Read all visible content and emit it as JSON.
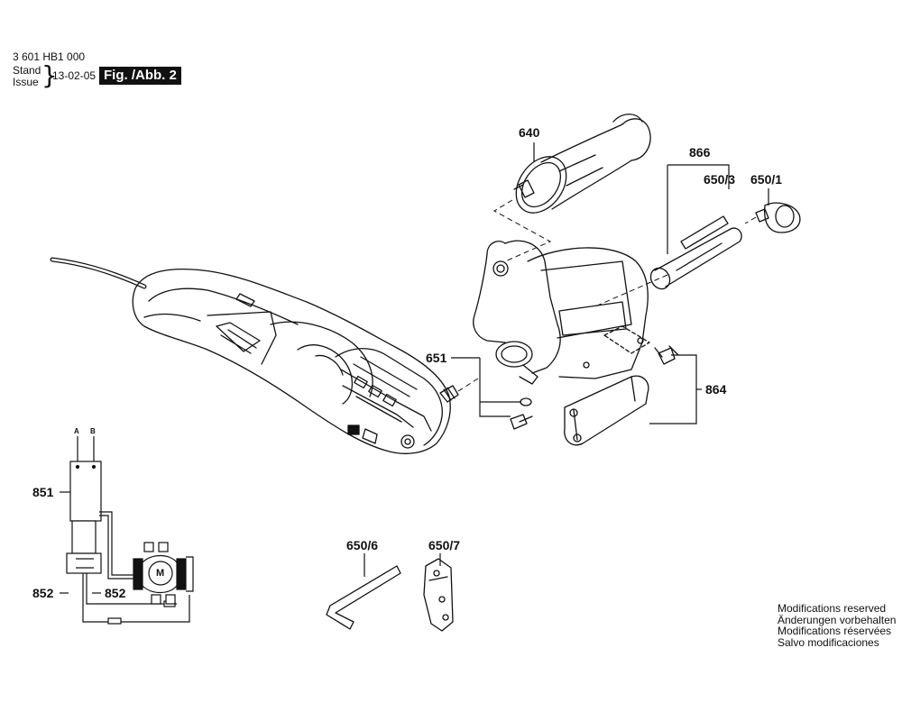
{
  "header": {
    "doc_number": "3 601 HB1 000",
    "stand_label": "Stand",
    "issue_label": "Issue",
    "issue_date": "13-02-05",
    "figure_tag": "Fig. /Abb. 2"
  },
  "parts": {
    "p640": "640",
    "p866": "866",
    "p650_3": "650/3",
    "p650_1": "650/1",
    "p651": "651",
    "p864": "864",
    "p851": "851",
    "p852_left": "852",
    "p852_right": "852",
    "p650_6": "650/6",
    "p650_7": "650/7"
  },
  "schematic": {
    "terminal_a": "A",
    "terminal_b": "B",
    "motor_label": "M"
  },
  "notes": {
    "line_en": "Modifications reserved",
    "line_de": "Änderungen vorbehalten",
    "line_fr": "Modifications réservées",
    "line_es": "Salvo modificaciones"
  }
}
